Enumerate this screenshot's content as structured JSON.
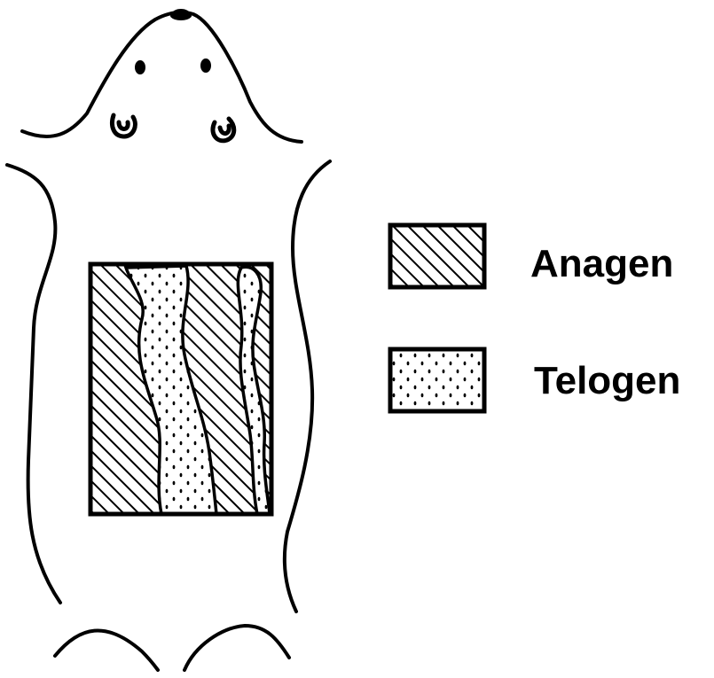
{
  "legend": {
    "items": [
      {
        "label": "Anagen",
        "pattern": "diagonal-hatch"
      },
      {
        "label": "Telogen",
        "pattern": "stipple-dots"
      }
    ]
  },
  "colors": {
    "ink": "#000000",
    "paper": "#ffffff"
  },
  "figure": {
    "subject": "mouse-outline-dorsal-view",
    "regions": [
      "anagen",
      "telogen",
      "anagen",
      "telogen"
    ]
  }
}
